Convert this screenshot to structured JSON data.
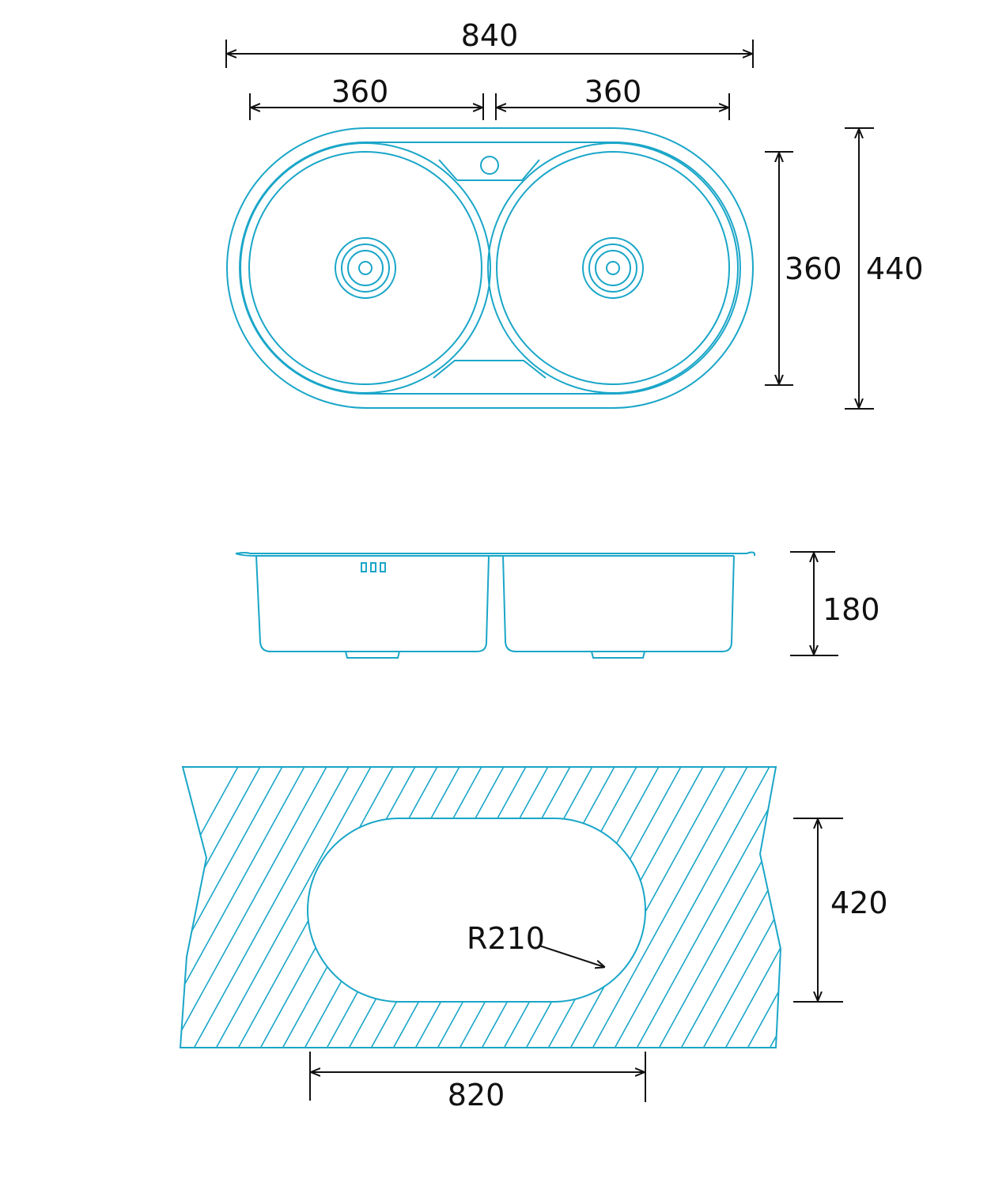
{
  "colors": {
    "outline": "#1aa6c8",
    "dimension": "#111111",
    "background": "#ffffff"
  },
  "top_view": {
    "overall_width": "840",
    "bowl_left_width": "360",
    "bowl_right_width": "360",
    "bowl_diameter": "360",
    "overall_depth": "440"
  },
  "side_view": {
    "height": "180"
  },
  "cutout_view": {
    "cutout_depth": "420",
    "cutout_width": "820",
    "corner_radius": "R210"
  }
}
